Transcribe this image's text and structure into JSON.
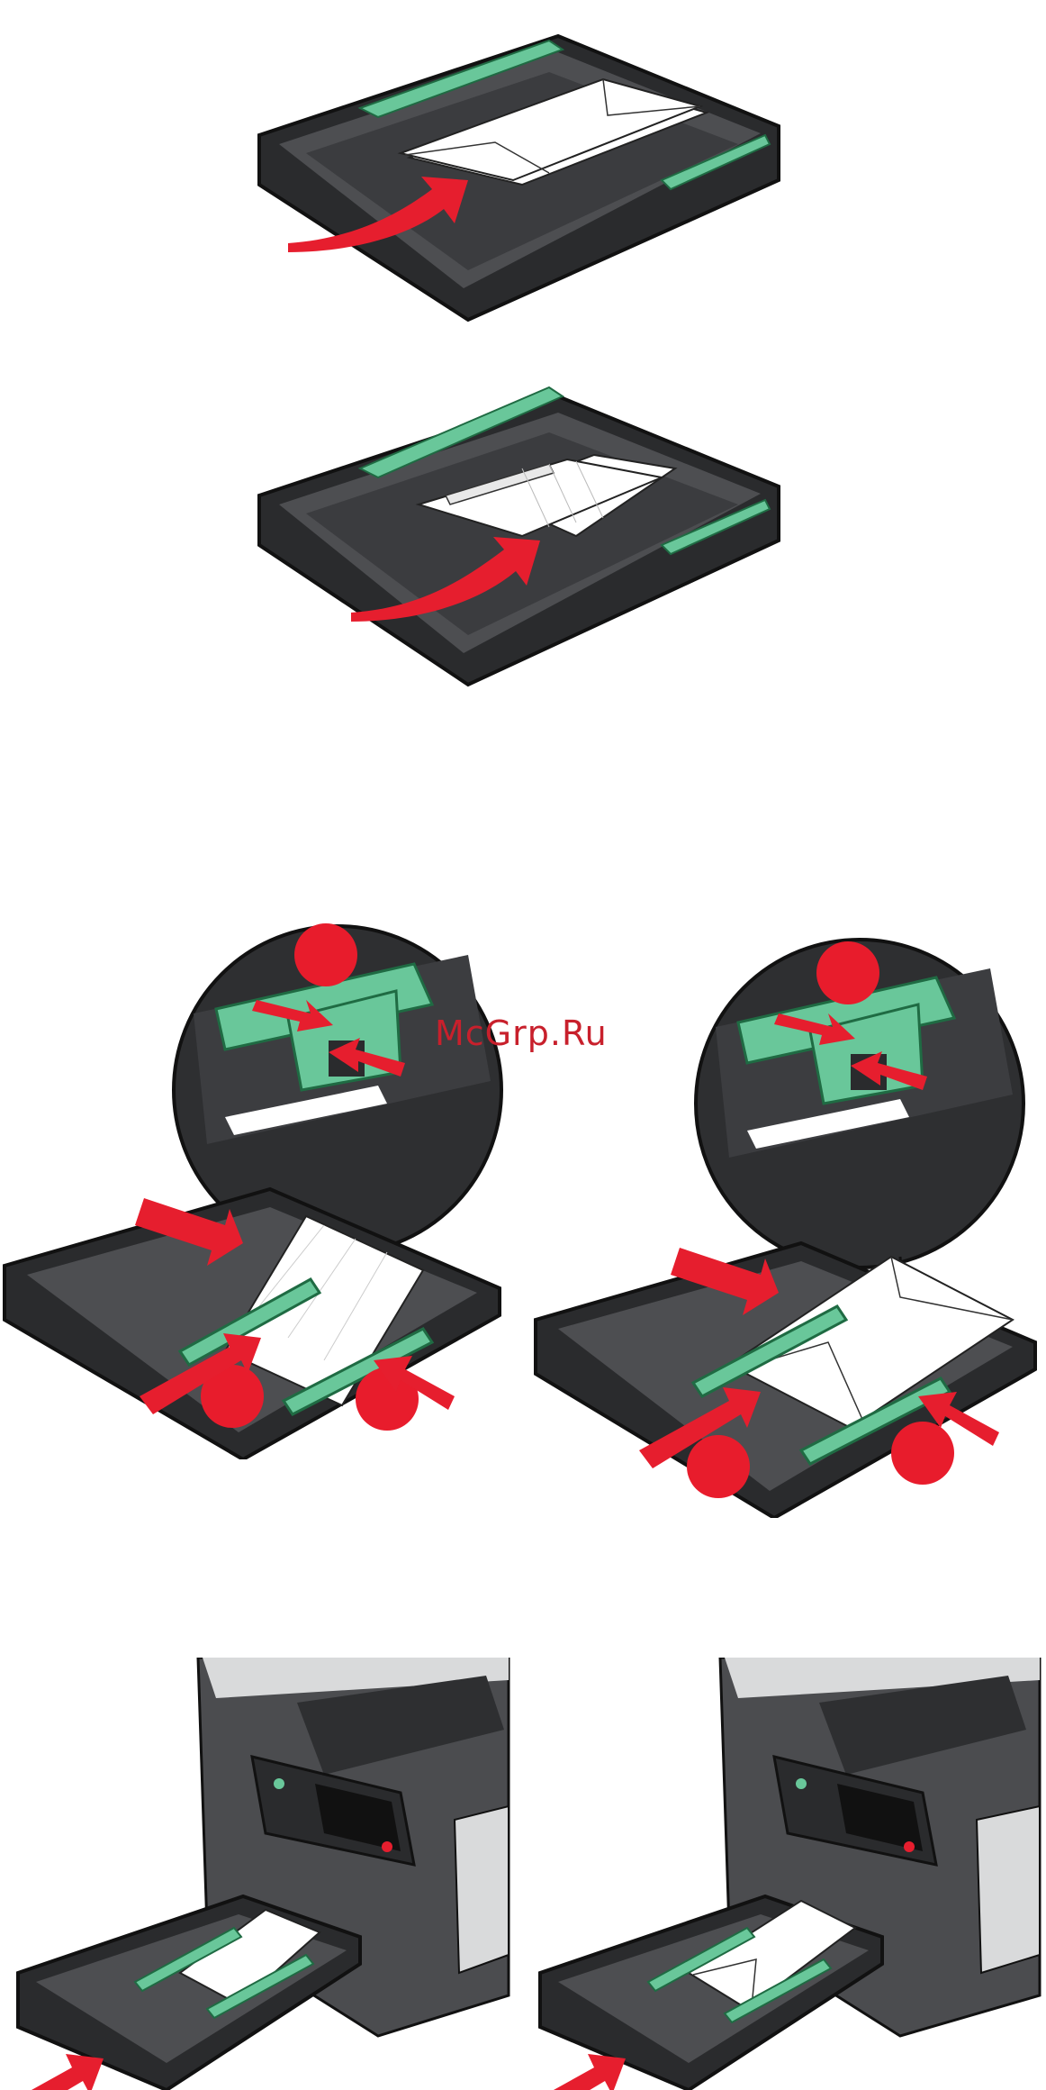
{
  "watermark": {
    "text": "McGrp.Ru"
  },
  "colors": {
    "tray_dark": "#3a3b3d",
    "tray_mid": "#55575a",
    "tray_edge": "#1c1c1e",
    "guide_green": "#69c79a",
    "guide_green_dark": "#1f6b43",
    "arrow_red": "#e61e2e",
    "step_red": "#e81c2c",
    "paper": "#ffffff",
    "printer_body": "#4b4c4f",
    "printer_light": "#d9dadb"
  },
  "figures": [
    {
      "id": "load-envelopes-tray",
      "icon": "envelopes-into-tray"
    },
    {
      "id": "load-photo-paper-tray",
      "icon": "photo-paper-into-tray"
    },
    {
      "id": "adjust-guides-paper",
      "icon": "paper-guides-zoom"
    },
    {
      "id": "adjust-guides-envelopes",
      "icon": "envelope-guides-zoom"
    },
    {
      "id": "insert-tray-paper",
      "icon": "insert-tray-printer"
    },
    {
      "id": "insert-tray-envelopes",
      "icon": "insert-tray-printer"
    }
  ]
}
